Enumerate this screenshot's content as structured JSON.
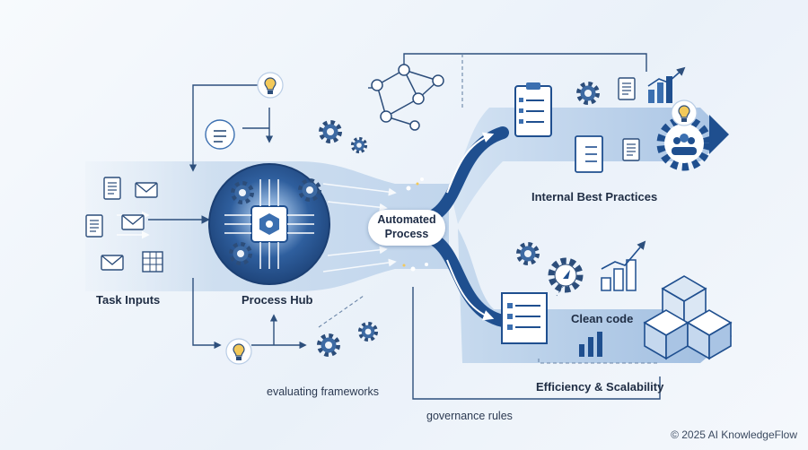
{
  "labels": {
    "task_inputs": "Task Inputs",
    "process_hub": "Process Hub",
    "automated_process_line1": "Automated",
    "automated_process_line2": "Process",
    "internal_best_practices": "Internal Best Practices",
    "clean_code": "Clean code",
    "efficiency_scalability": "Efficiency & Scalability",
    "evaluating_frameworks": "evaluating frameworks",
    "governance_rules": "governance rules"
  },
  "footer": {
    "copyright": "© 2025 AI KnowledgeFlow"
  },
  "colors": {
    "dark_blue": "#1f4f8f",
    "mid_blue": "#3b6fb0",
    "light_blue": "#8fb3dc",
    "band": "#c9dbee",
    "background": "#eef3f9"
  },
  "icons": [
    "document-icon",
    "envelope-icon",
    "spreadsheet-icon",
    "lightbulb-icon",
    "gear-icon",
    "network-icon",
    "processor-icon",
    "clipboard-checklist-icon",
    "bar-chart-icon",
    "team-gear-icon",
    "compass-gear-icon",
    "scroll-checklist-icon",
    "cube-stack-icon"
  ]
}
